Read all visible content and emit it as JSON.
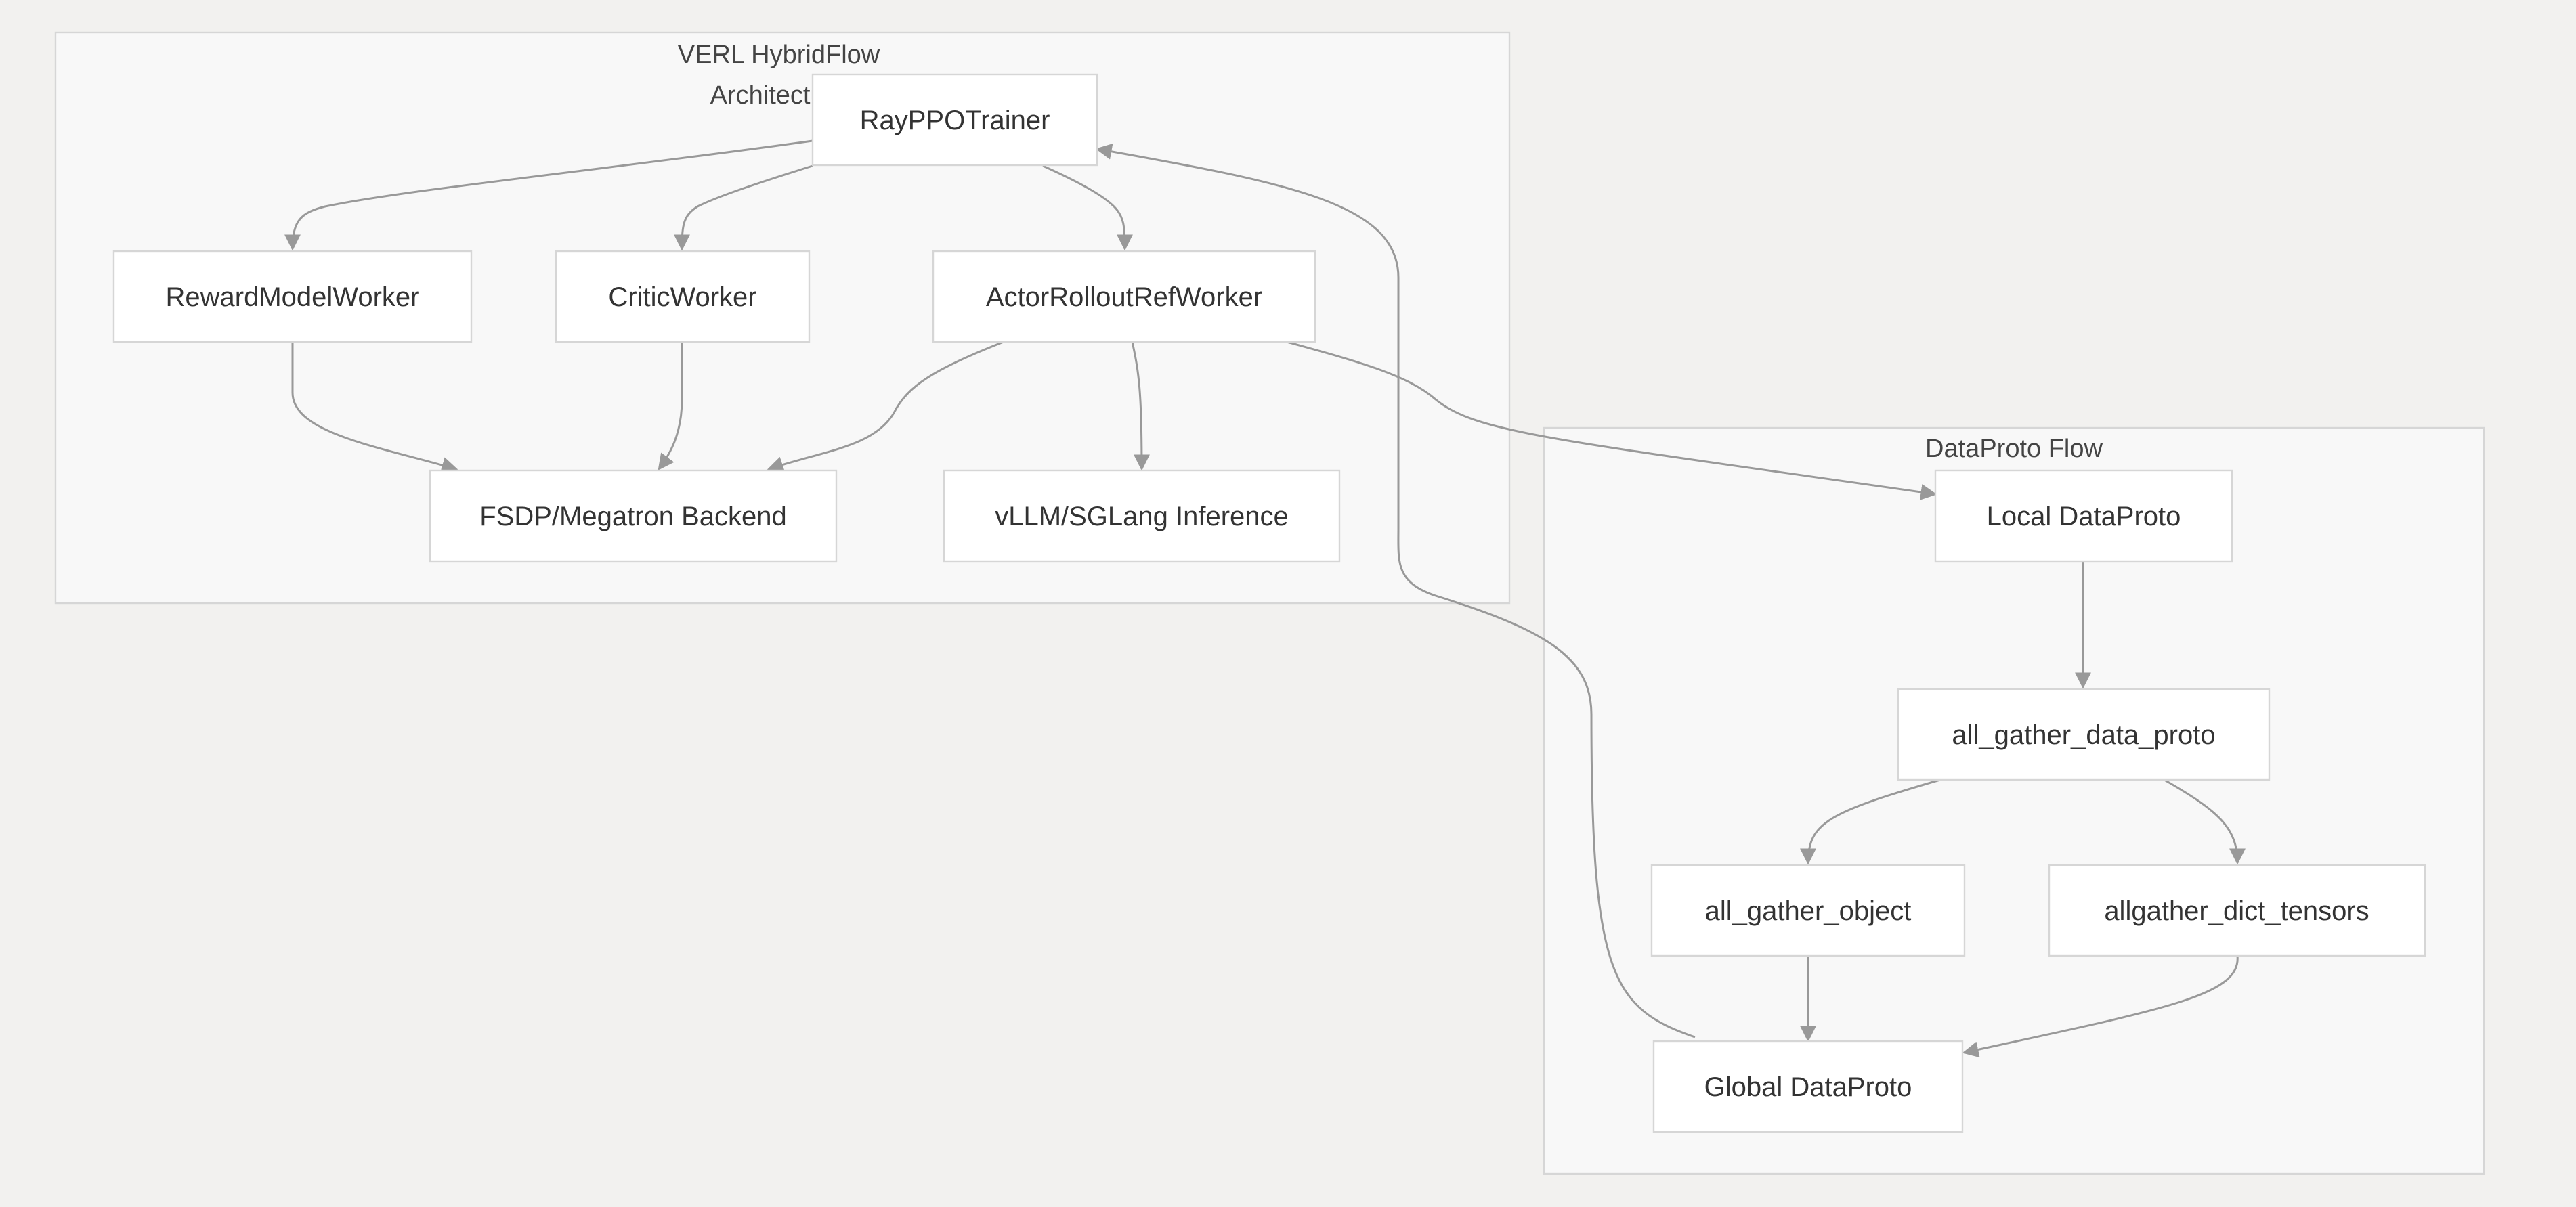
{
  "diagram": {
    "clusters": [
      {
        "id": "hybridflow",
        "label_lines": [
          "VERL HybridFlow",
          "Architecture"
        ]
      },
      {
        "id": "dataproto",
        "label_lines": [
          "DataProto Flow"
        ]
      }
    ],
    "nodes": [
      {
        "id": "trainer",
        "label": "RayPPOTrainer"
      },
      {
        "id": "reward",
        "label": "RewardModelWorker"
      },
      {
        "id": "critic",
        "label": "CriticWorker"
      },
      {
        "id": "actor",
        "label": "ActorRolloutRefWorker"
      },
      {
        "id": "fsdp",
        "label": "FSDP/Megatron Backend"
      },
      {
        "id": "vllm",
        "label": "vLLM/SGLang Inference"
      },
      {
        "id": "local",
        "label": "Local DataProto"
      },
      {
        "id": "gather",
        "label": "all_gather_data_proto"
      },
      {
        "id": "gobj",
        "label": "all_gather_object"
      },
      {
        "id": "gdict",
        "label": "allgather_dict_tensors"
      },
      {
        "id": "global",
        "label": "Global DataProto"
      }
    ],
    "edges": [
      {
        "from": "trainer",
        "to": "reward"
      },
      {
        "from": "trainer",
        "to": "critic"
      },
      {
        "from": "trainer",
        "to": "actor"
      },
      {
        "from": "reward",
        "to": "fsdp"
      },
      {
        "from": "critic",
        "to": "fsdp"
      },
      {
        "from": "actor",
        "to": "fsdp"
      },
      {
        "from": "actor",
        "to": "vllm"
      },
      {
        "from": "actor",
        "to": "local"
      },
      {
        "from": "local",
        "to": "gather"
      },
      {
        "from": "gather",
        "to": "gobj"
      },
      {
        "from": "gather",
        "to": "gdict"
      },
      {
        "from": "gobj",
        "to": "global"
      },
      {
        "from": "gdict",
        "to": "global"
      },
      {
        "from": "global",
        "to": "trainer"
      }
    ]
  }
}
